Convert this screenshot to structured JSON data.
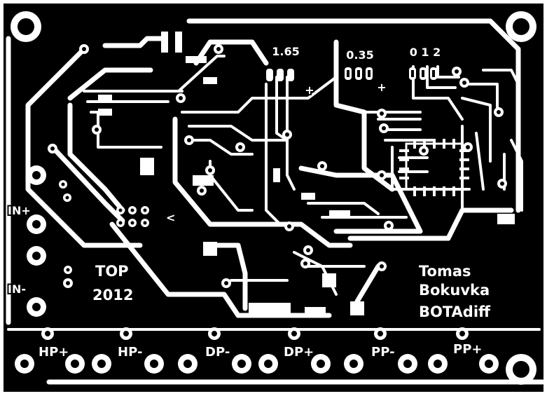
{
  "board": {
    "colors": {
      "copper_background": "#000000",
      "isolation": "#ffffff",
      "page": "#ffffff"
    },
    "pot_labels": {
      "gain": "1.65",
      "trim": "0.35",
      "select": "0 1 2"
    },
    "pot_plus": "+",
    "input_labels": {
      "in_plus": "IN+",
      "in_minus": "IN-"
    },
    "side_label": "TOP",
    "year": "2012",
    "author": {
      "first": "Tomas",
      "last": "Bokuvka"
    },
    "project": "BOTAdiff",
    "outputs": {
      "hp_plus": "HP+",
      "hp_minus": "HP-",
      "dp_minus": "DP-",
      "dp_plus": "DP+",
      "pp_minus": "PP-",
      "pp_plus": "PP+"
    },
    "marker": "<"
  }
}
